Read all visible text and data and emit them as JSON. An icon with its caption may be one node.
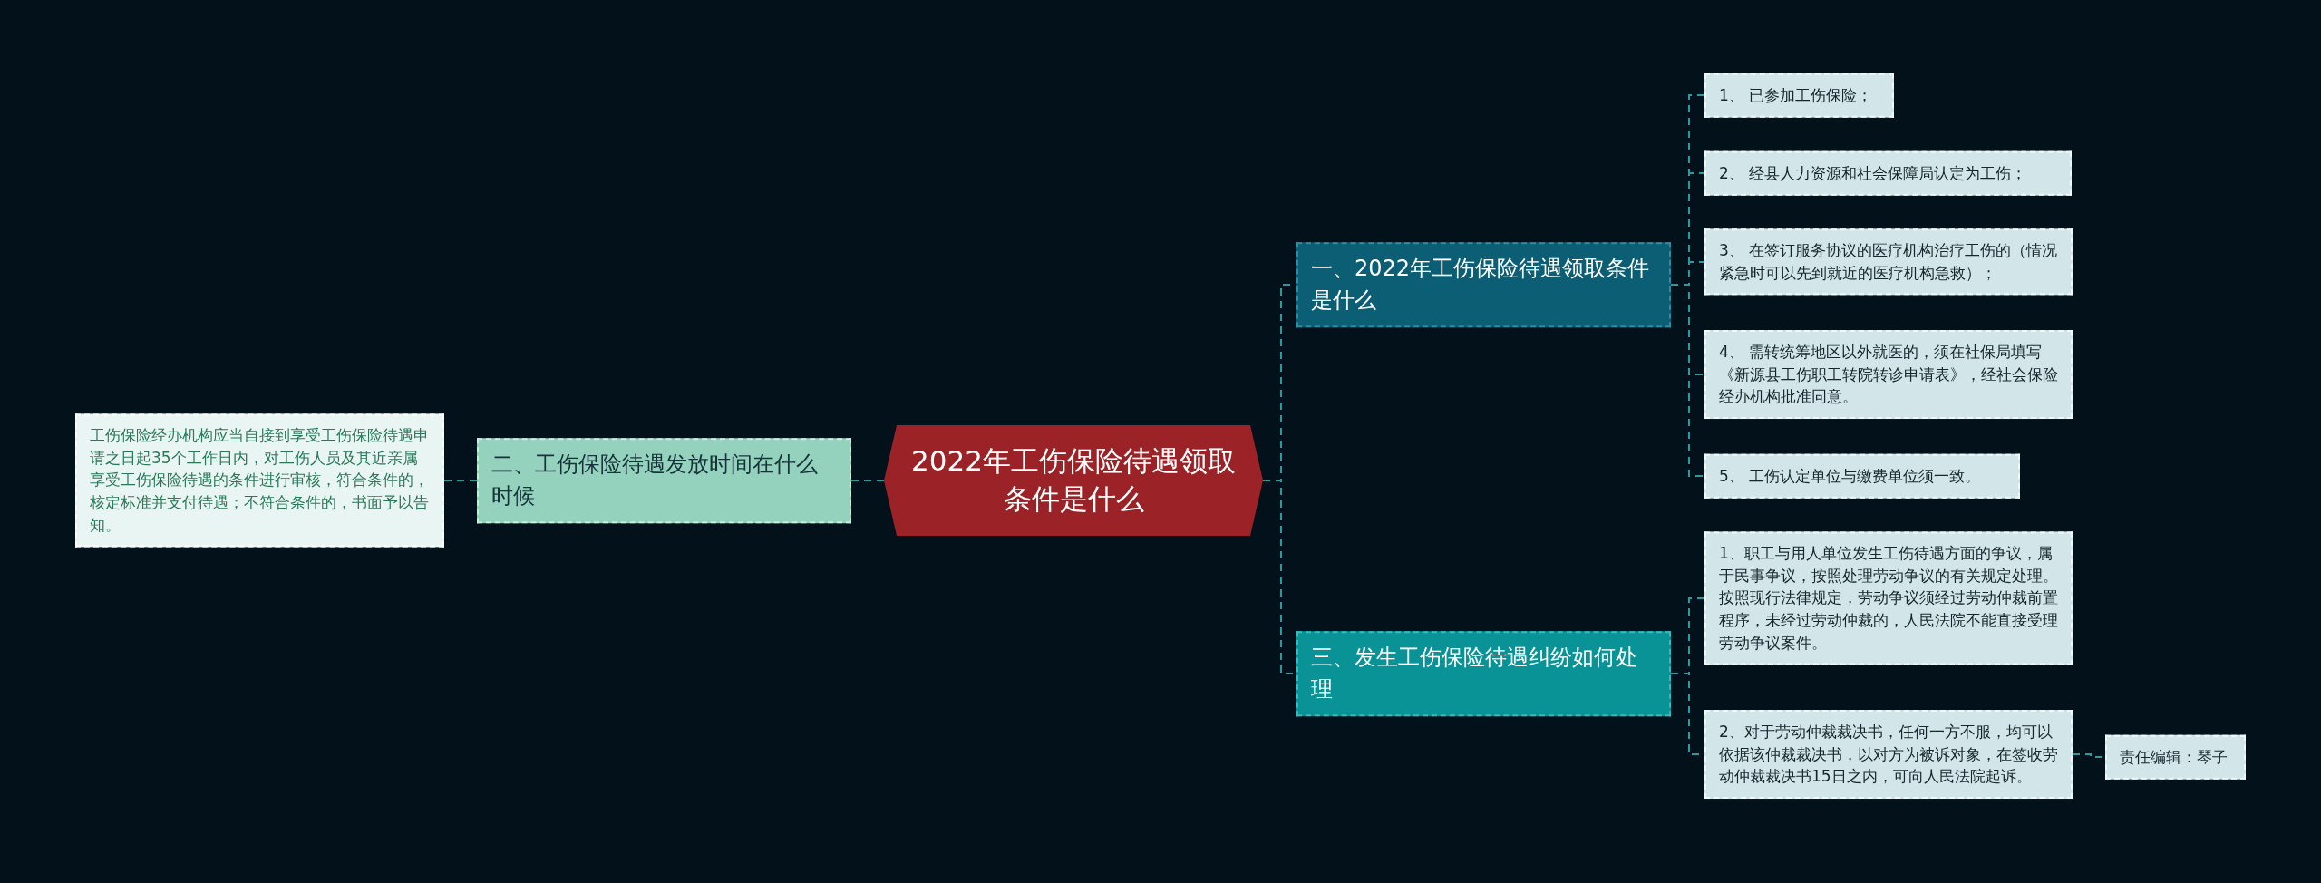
{
  "diagram": {
    "nodes": [
      {
        "text": [
          "2022年工伤保险待遇领取条件是什么"
        ]
      },
      {
        "text": [
          "一、2022年工伤保险待遇领取条件是什么"
        ]
      },
      {
        "text": [
          "1、 已参加工伤保险；"
        ]
      },
      {
        "text": [
          "2、 经县人力资源和社会保障局认定为工伤；"
        ]
      },
      {
        "text": [
          "3、 在签订服务协议的医疗机构治疗工伤的（情况紧急时可以先到就近的医疗机构急救）；"
        ]
      },
      {
        "text": [
          "4、 需转统筹地区以外就医的，须在社保局填写《新源县工伤职工转院转诊申请表》，经社会保险经办机构批准同意。"
        ]
      },
      {
        "text": [
          "5、 工伤认定单位与缴费单位须一致。"
        ]
      },
      {
        "text": [
          "三、发生工伤保险待遇纠纷如何处理"
        ]
      },
      {
        "text": [
          "1、职工与用人单位发生工伤待遇方面的争议，属于民事争议，按照处理劳动争议的有关规定处理。按照现行法律规定，劳动争议须经过劳动仲裁前置程序，未经过劳动仲裁的，人民法院不能直接受理劳动争议案件。"
        ]
      },
      {
        "text": [
          "2、对于劳动仲裁裁决书，任何一方不服，均可以依据该仲裁裁决书，以对方为被诉对象，在签收劳动仲裁裁决书15日之内，可向人民法院起诉。"
        ]
      },
      {
        "text": [
          "责任编辑：琴子"
        ]
      },
      {
        "text": [
          "二、工伤保险待遇发放时间在什么时候"
        ]
      },
      {
        "text": [
          "工伤保险经办机构应当自接到享受工伤保险待遇申请之日起35个工作日内，对工伤人员及其近亲属享受工伤保险待遇的条件进行审核，符合条件的，核定标准并支付待遇；不符合条件的，书面予以告知。"
        ]
      }
    ],
    "edges": [
      {
        "from": 0,
        "to": 1,
        "arrow": "none",
        "style": "dashed"
      },
      {
        "from": 1,
        "to": 2,
        "arrow": "none",
        "style": "dashed"
      },
      {
        "from": 1,
        "to": 3,
        "arrow": "none",
        "style": "dashed"
      },
      {
        "from": 1,
        "to": 4,
        "arrow": "none",
        "style": "dashed"
      },
      {
        "from": 1,
        "to": 5,
        "arrow": "none",
        "style": "dashed"
      },
      {
        "from": 1,
        "to": 6,
        "arrow": "none",
        "style": "dashed"
      },
      {
        "from": 0,
        "to": 7,
        "arrow": "none",
        "style": "dashed"
      },
      {
        "from": 7,
        "to": 8,
        "arrow": "none",
        "style": "dashed"
      },
      {
        "from": 7,
        "to": 9,
        "arrow": "none",
        "style": "dashed"
      },
      {
        "from": 9,
        "to": 10,
        "arrow": "none",
        "style": "dashed"
      },
      {
        "from": 0,
        "to": 11,
        "arrow": "none",
        "style": "dashed"
      },
      {
        "from": 11,
        "to": 12,
        "arrow": "none",
        "style": "dashed"
      }
    ]
  }
}
